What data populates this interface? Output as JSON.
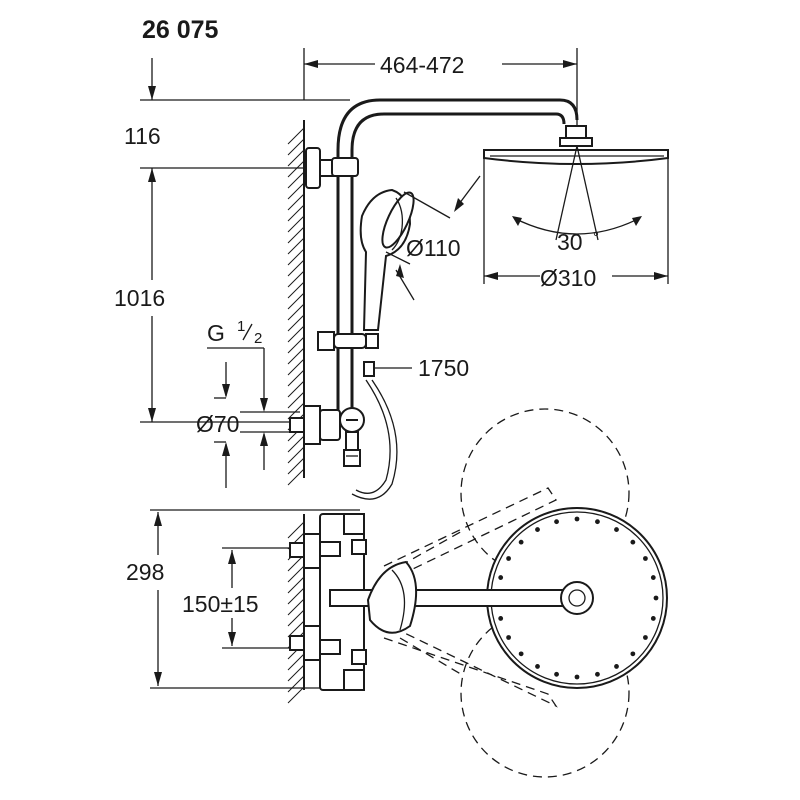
{
  "model_number": "26 075",
  "dimensions": {
    "arm_length": "464-472",
    "top_offset": "116",
    "height": "1016",
    "thread": "G",
    "thread_num": "1",
    "thread_den": "2",
    "rosette_diameter": "Ø70",
    "hand_shower_diameter": "Ø110",
    "hose_length": "1750",
    "head_diameter": "Ø310",
    "tilt_angle": "30",
    "tilt_unit": "°",
    "thermostat_height": "298",
    "inlet_spacing": "150±15"
  },
  "colors": {
    "line": "#1a1a1a",
    "background": "#ffffff"
  }
}
